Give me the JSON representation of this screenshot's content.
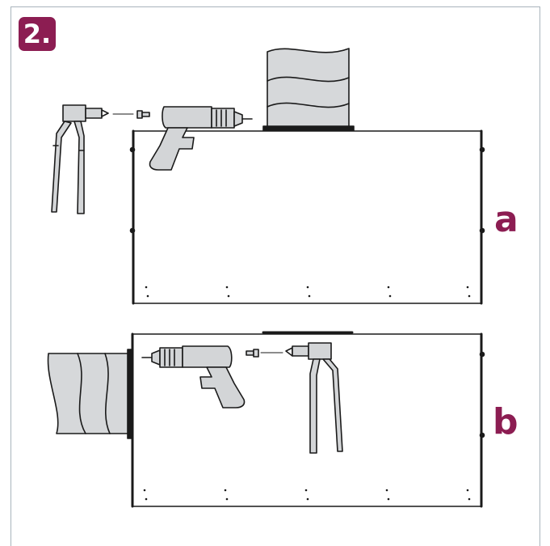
{
  "step": {
    "label": "2."
  },
  "panels": [
    {
      "id": "a",
      "label": "a"
    },
    {
      "id": "b",
      "label": "b"
    }
  ],
  "colors": {
    "accent": "#8c1d52",
    "outline": "#1a1a1a",
    "tool_fill": "#d3d5d7",
    "duct_fill": "#d6d8da",
    "frame_border": "#a9b4bc"
  },
  "icons": [
    "rivet-gun-icon",
    "drill-icon",
    "rivet-icon",
    "flex-duct-icon"
  ]
}
